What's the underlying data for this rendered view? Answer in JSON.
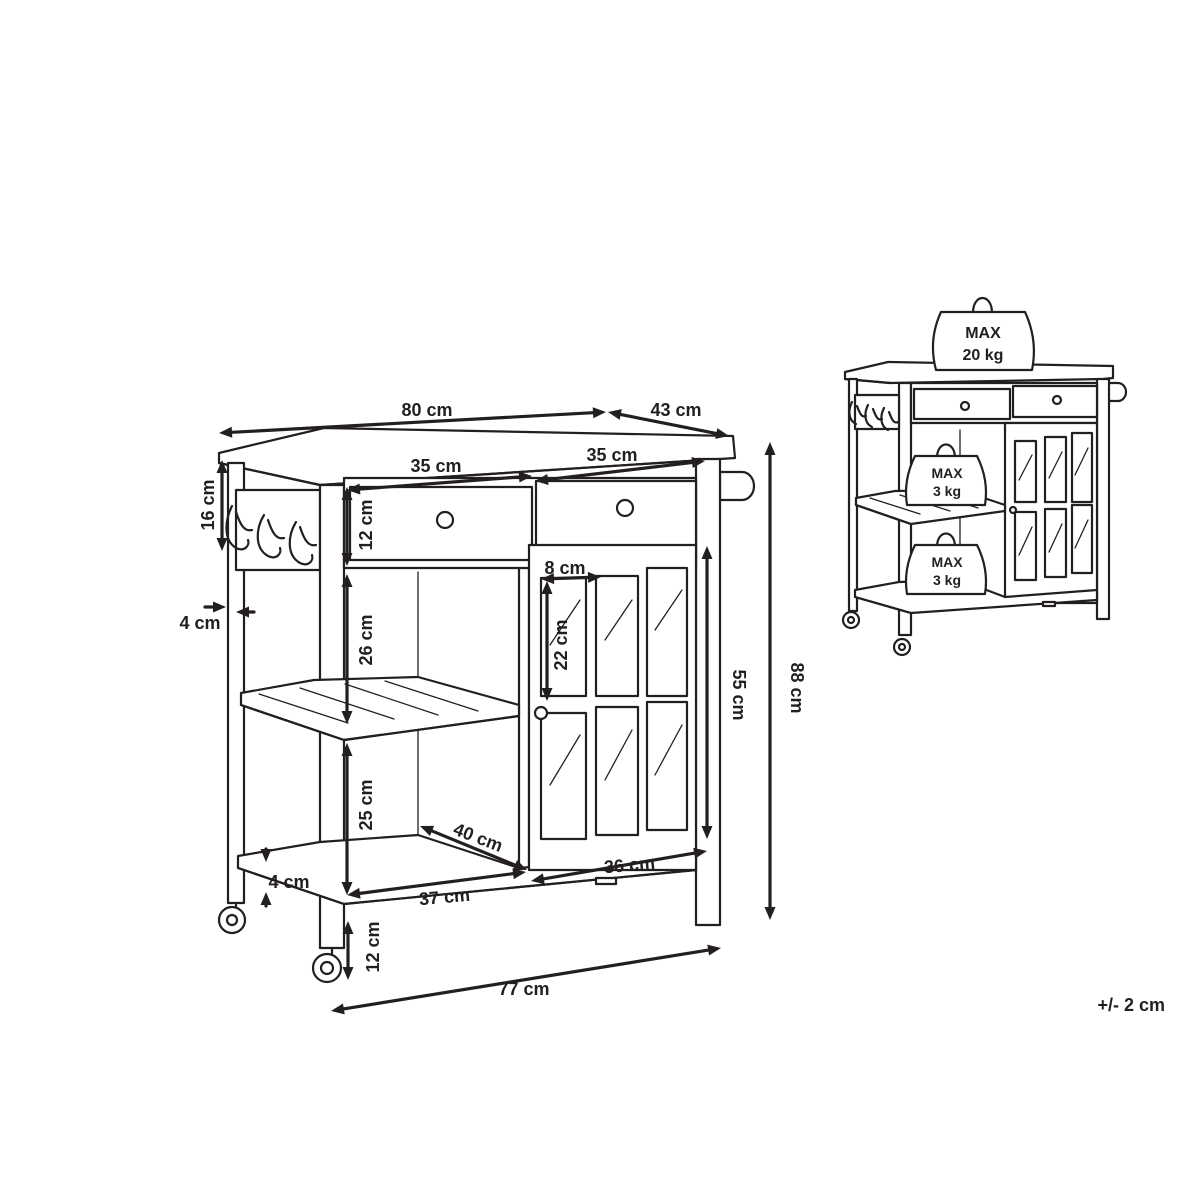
{
  "dimensions": {
    "top_width": "80 cm",
    "top_depth": "43 cm",
    "drawer_left_width": "35 cm",
    "drawer_right_width": "35 cm",
    "hooks_height": "16 cm",
    "drawer_height": "12 cm",
    "leg_thickness": "4 cm",
    "upper_shelf_gap": "26 cm",
    "pane_width": "8 cm",
    "pane_height": "22 cm",
    "cabinet_height": "55 cm",
    "total_height": "88 cm",
    "lower_shelf_gap": "25 cm",
    "shelf_depth": "40 cm",
    "shelf_thickness": "4 cm",
    "shelf_width": "37 cm",
    "cabinet_width": "36 cm",
    "wheel_clearance": "12 cm",
    "base_width": "77 cm"
  },
  "load_limits": {
    "top": {
      "label": "MAX",
      "value": "20 kg"
    },
    "shelf": {
      "label": "MAX",
      "value": "3 kg"
    },
    "bottom": {
      "label": "MAX",
      "value": "3 kg"
    }
  },
  "tolerance": "+/- 2 cm"
}
